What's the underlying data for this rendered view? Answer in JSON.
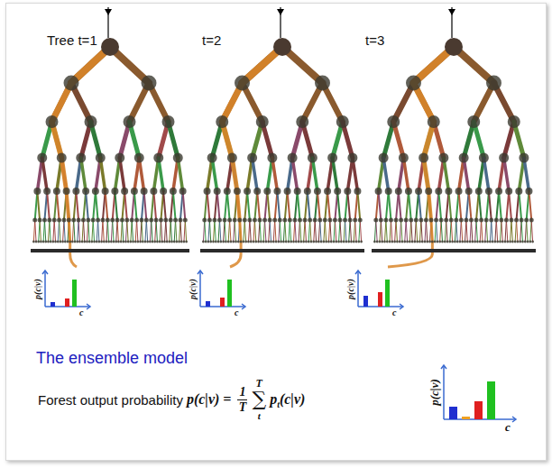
{
  "diagram": {
    "title": "The ensemble model",
    "labels": [
      "Tree t=1",
      "t=2",
      "t=3",
      "p(c|v)",
      "c",
      "p(c|v)",
      "c",
      "p(c|v)",
      "c",
      "Forest output probability",
      "p(c|v) =",
      "1",
      "T",
      "T",
      "∑",
      "t",
      "p",
      "t",
      "(c|v)",
      "p(c|v)",
      "c"
    ]
  }
}
